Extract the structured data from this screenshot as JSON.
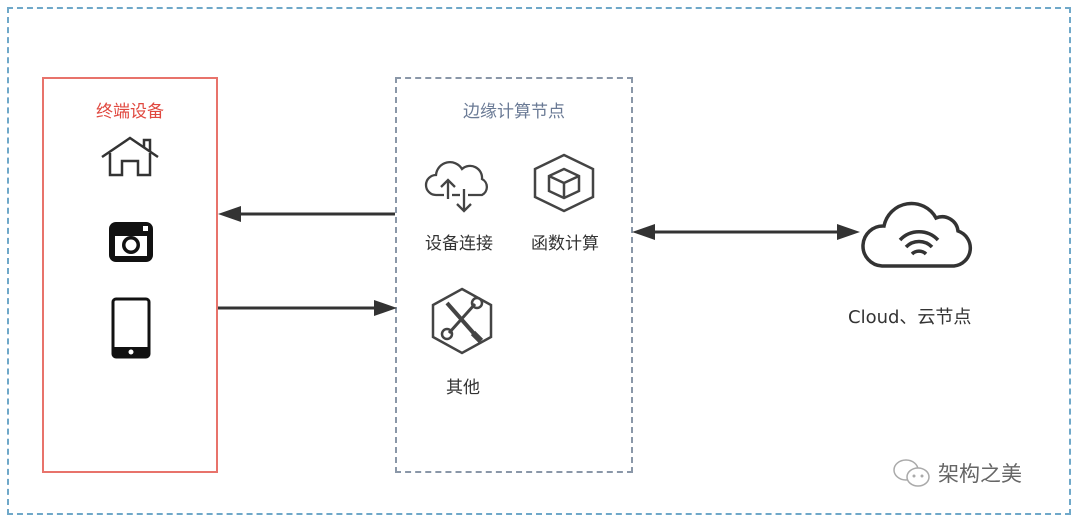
{
  "diagram": {
    "terminal_group": {
      "title": "终端设备",
      "color": "#e0483f",
      "items": [
        "home-icon",
        "camera-icon",
        "phone-icon"
      ]
    },
    "edge_group": {
      "title": "边缘计算节点",
      "items": [
        {
          "icon": "cloud-sync-icon",
          "label": "设备连接"
        },
        {
          "icon": "cube-icon",
          "label": "函数计算"
        },
        {
          "icon": "tools-icon",
          "label": "其他"
        }
      ]
    },
    "cloud": {
      "icon": "cloud-wifi-icon",
      "label": "Cloud、云节点"
    },
    "connections": [
      {
        "from": "edge",
        "to": "terminal",
        "direction": "left"
      },
      {
        "from": "terminal",
        "to": "edge",
        "direction": "right"
      },
      {
        "from": "edge",
        "to": "cloud",
        "direction": "bidirectional"
      }
    ]
  },
  "watermark": {
    "text": "架构之美",
    "icon": "wechat-icon"
  }
}
